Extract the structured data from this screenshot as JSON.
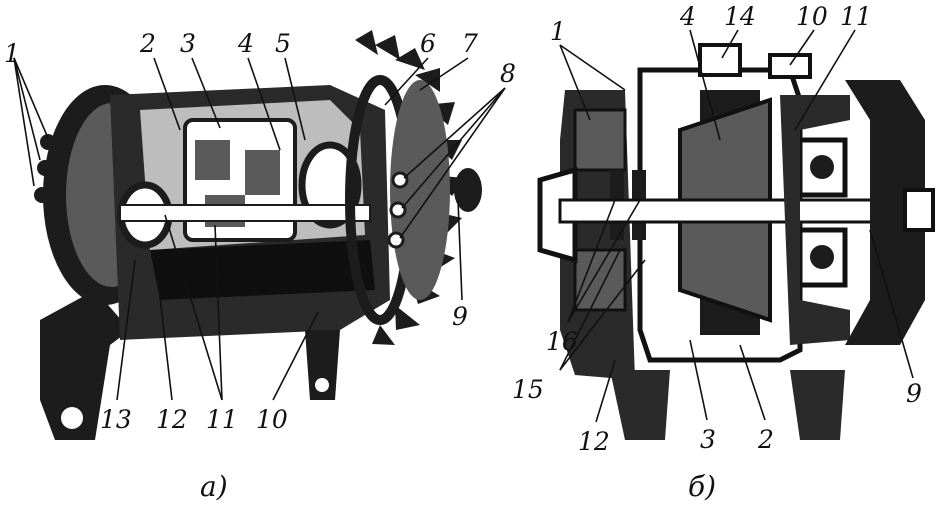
{
  "panels": [
    {
      "id": "a",
      "caption": "а)",
      "labels": [
        "1",
        "2",
        "3",
        "4",
        "5",
        "6",
        "7",
        "8",
        "9",
        "10",
        "11",
        "12",
        "13"
      ]
    },
    {
      "id": "b",
      "caption": "б)",
      "labels": [
        "1",
        "4",
        "14",
        "10",
        "11",
        "16",
        "15",
        "12",
        "3",
        "2",
        "9"
      ]
    }
  ],
  "colors": {
    "ink": "#111111",
    "dark": "#1c1c1c",
    "mid": "#5a5a5a",
    "light": "#bdbdbd",
    "paper": "#ffffff"
  }
}
